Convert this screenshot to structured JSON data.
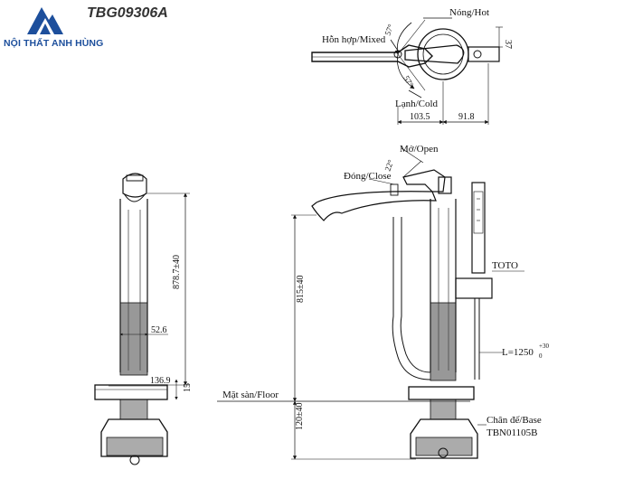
{
  "brand": {
    "name": "NỘI THẤT ANH HÙNG",
    "logo_icon": "mountain-logo-icon",
    "color": "#1d4f9c"
  },
  "model": "TBG09306A",
  "labels": {
    "hot": "Nóng/Hot",
    "mixed": "Hỗn hợp/Mixed",
    "cold": "Lạnh/Cold",
    "open": "Mở/Open",
    "close": "Đóng/Close",
    "brand_toto": "TOTO",
    "floor": "Mặt sàn/Floor",
    "base": "Chân đế/Base",
    "base_code": "TBN01105B"
  },
  "dimensions": {
    "angle_top": "57°",
    "angle_bottom": "57°",
    "height_37": "37",
    "width_left": "103.5",
    "width_right": "91.8",
    "angle_open": "22°",
    "total_height": "878.7±40",
    "pipe_52_6": "52.6",
    "base_136_9": "136.9",
    "base_15": "15",
    "spout_height": "815±40",
    "below_floor": "120±40",
    "hose_length_main": "L=1250",
    "hose_length_sup": "+30",
    "hose_length_sub": "0"
  }
}
